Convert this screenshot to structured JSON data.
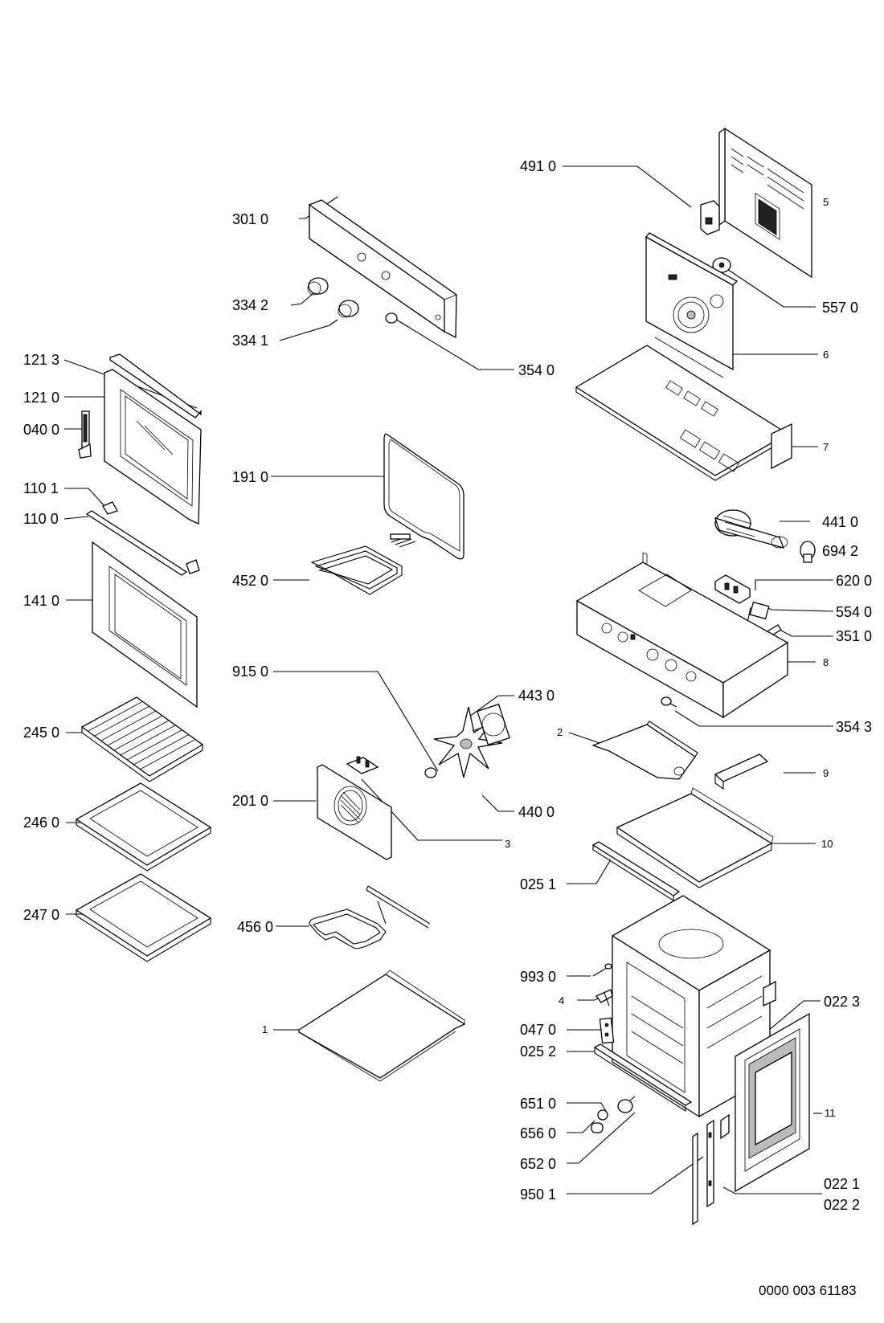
{
  "labels": {
    "p4910": "491 0",
    "p3010": "301 0",
    "p3342": "334 2",
    "p3341": "334 1",
    "p5": "5",
    "p5570": "557 0",
    "p6": "6",
    "p3540": "354 0",
    "p1213": "121 3",
    "p1210": "121 0",
    "p0400": "040 0",
    "p1910": "191 0",
    "p7": "7",
    "p1101": "110 1",
    "p1100": "110 0",
    "p4410": "441 0",
    "p6942": "694 2",
    "p4520": "452 0",
    "p6200": "620 0",
    "p1410": "141 0",
    "p5540": "554 0",
    "p3510": "351 0",
    "p8": "8",
    "p9150": "915 0",
    "p4430": "443 0",
    "p3543": "354 3",
    "p2": "2",
    "p2450": "245 0",
    "p9": "9",
    "p4400": "440 0",
    "p2010": "201 0",
    "p2460": "246 0",
    "p3": "3",
    "p10": "10",
    "p0251": "025 1",
    "p2470": "247 0",
    "p4560": "456 0",
    "p9930": "993 0",
    "p4": "4",
    "p0223": "022 3",
    "p1": "1",
    "p0470": "047 0",
    "p0252": "025 2",
    "p11": "11",
    "p6510": "651 0",
    "p6560": "656 0",
    "p6520": "652 0",
    "p0221": "022 1",
    "p9501": "950 1",
    "p0222": "022 2"
  },
  "document_number": "0000 003 61183"
}
